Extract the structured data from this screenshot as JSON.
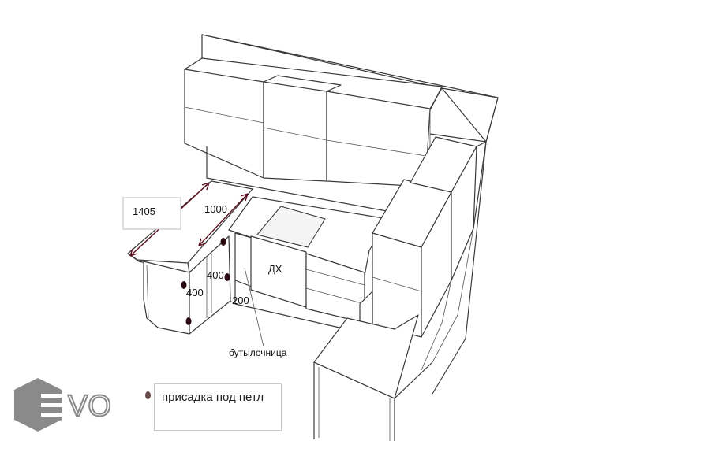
{
  "dimensions": {
    "width_label": "1405",
    "depth_label": "1000",
    "side_left": "400",
    "side_right": "400",
    "gap": "200"
  },
  "labels": {
    "hood": "ДХ",
    "bottle_rack": "бутылочница"
  },
  "legend": {
    "text": "присадка под петл",
    "marker_color": "#6b4a4a"
  },
  "logo": {
    "text": "VO",
    "icon": "hexagon-e-icon",
    "color": "#8a8a8a"
  },
  "colors": {
    "dimension_arrow": "#5a0f1c",
    "hinge_dot": "#2a0a10"
  }
}
